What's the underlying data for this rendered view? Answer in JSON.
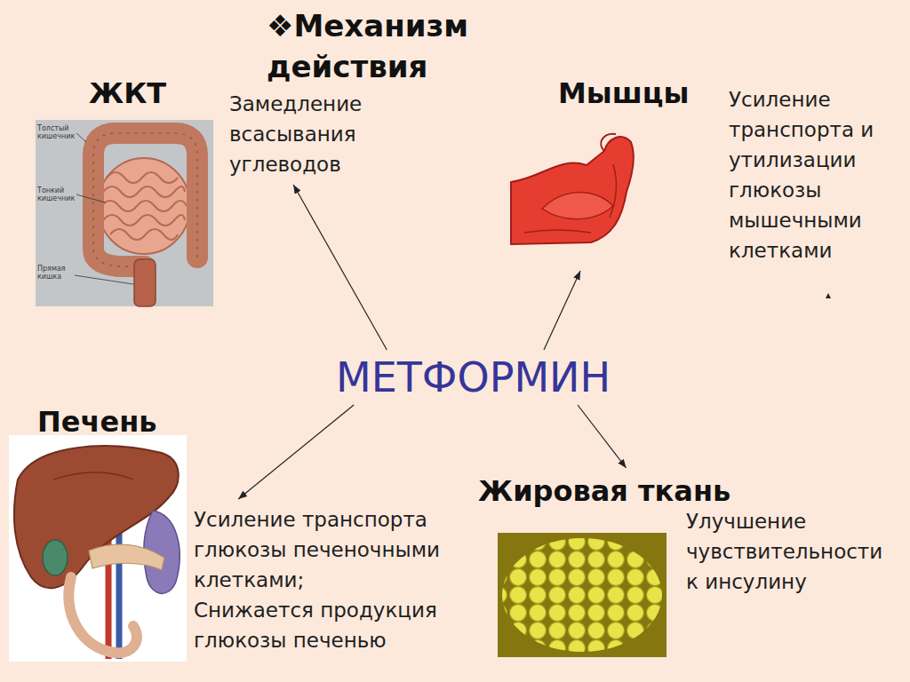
{
  "diagram": {
    "title": "❖Механизм действия",
    "nodes": [
      {
        "text": [
          "ЖКТ",
          "Замедление всасывания углеводов"
        ]
      },
      {
        "text": [
          "Мышцы",
          "Усиление транспорта и утилизации глюкозы мышечными клетками"
        ]
      },
      {
        "text": [
          "МЕТФОРМИН"
        ]
      },
      {
        "text": [
          "Печень",
          "Усиление транспорта глюкозы печеночными клетками;",
          "Снижается продукция глюкозы печенью"
        ]
      },
      {
        "text": [
          "Жировая ткань",
          "Улучшение чувствительности к инсулину"
        ]
      }
    ],
    "edges": [
      {
        "from": 2,
        "to": 0,
        "arrow": "to"
      },
      {
        "from": 2,
        "to": 1,
        "arrow": "to"
      },
      {
        "from": 2,
        "to": 3,
        "arrow": "to"
      },
      {
        "from": 2,
        "to": 4,
        "arrow": "to"
      }
    ],
    "labels": [
      "Толстый кишечник",
      "Тонкий кишечник",
      "Прямая кишка"
    ]
  }
}
